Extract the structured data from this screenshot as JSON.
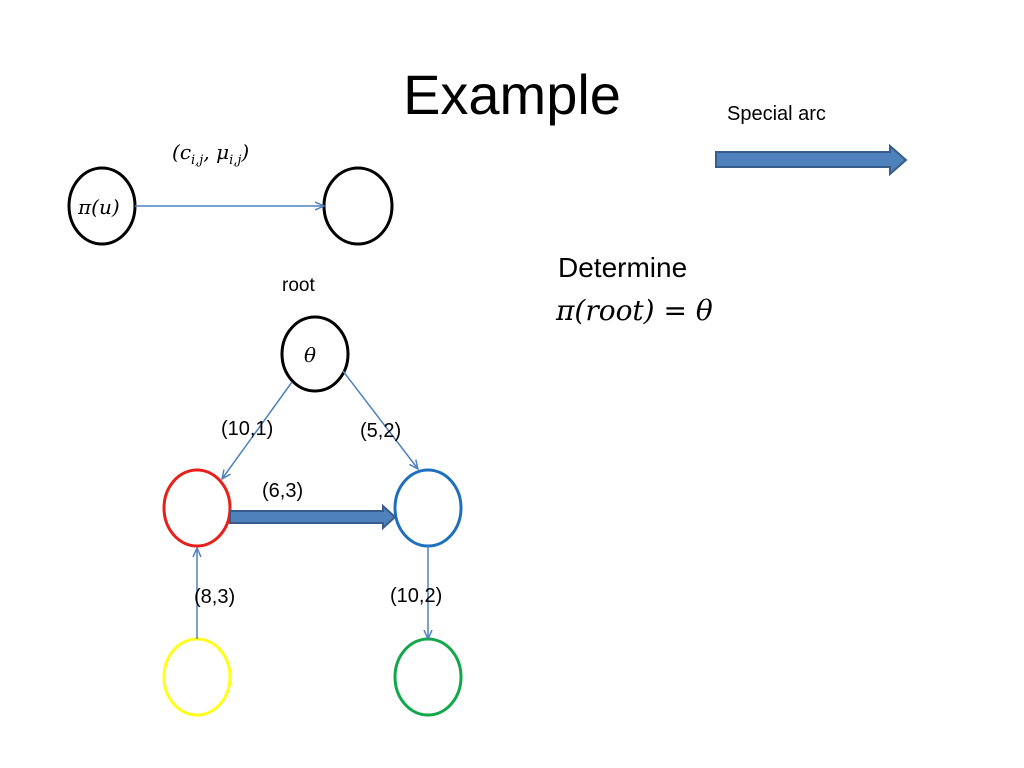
{
  "title": "Example",
  "legend": {
    "label": "Special arc",
    "arrow_color": "#4f81bd"
  },
  "generic_edge": {
    "label_c": "c",
    "label_mu": "μ",
    "subscript": "i,j",
    "source_label": "π(u)"
  },
  "task": {
    "line1": "Determine",
    "line2": "π(root) = θ"
  },
  "tree": {
    "root_label": "root",
    "root_node": "θ",
    "edges": {
      "root_left": "(10,1)",
      "root_right": "(5,2)",
      "special": "(6,3)",
      "yellow_red": "(8,3)",
      "blue_green": "(10,2)"
    }
  },
  "colors": {
    "arc": "#4f81bd",
    "red": "#e8201c",
    "blue": "#1f6fbf",
    "yellow": "#ffff1a",
    "green": "#12a84a",
    "black": "#000000"
  }
}
